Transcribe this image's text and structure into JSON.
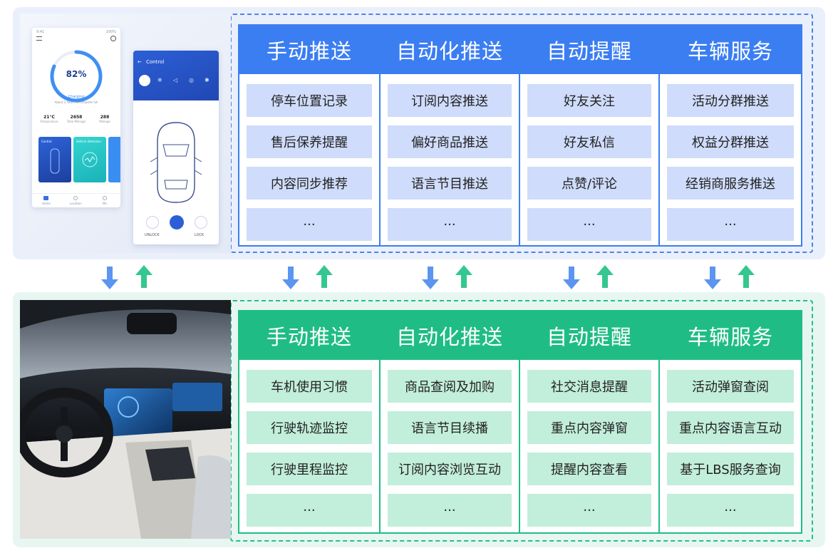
{
  "colors": {
    "top_accent": "#3b7ef2",
    "bottom_accent": "#1fbd85",
    "top_cell": "#cfdcfb",
    "bottom_cell": "#c2eedc"
  },
  "top_columns": [
    {
      "title": "手动推送",
      "items": [
        "停车位置记录",
        "售后保养提醒",
        "内容同步推荐",
        "···"
      ]
    },
    {
      "title": "自动化推送",
      "items": [
        "订阅内容推送",
        "偏好商品推送",
        "语言节目推送",
        "···"
      ]
    },
    {
      "title": "自动提醒",
      "items": [
        "好友关注",
        "好友私信",
        "点赞/评论",
        "···"
      ]
    },
    {
      "title": "车辆服务",
      "items": [
        "活动分群推送",
        "权益分群推送",
        "经销商服务推送",
        "···"
      ]
    }
  ],
  "bottom_columns": [
    {
      "title": "手动推送",
      "items": [
        "车机使用习惯",
        "行驶轨迹监控",
        "行驶里程监控",
        "···"
      ]
    },
    {
      "title": "自动化推送",
      "items": [
        "商品查阅及加购",
        "语言节目续播",
        "订阅内容浏览互动",
        "···"
      ]
    },
    {
      "title": "自动提醒",
      "items": [
        "社交消息提醒",
        "重点内容弹窗",
        "提醒内容查看",
        "···"
      ]
    },
    {
      "title": "车辆服务",
      "items": [
        "活动弹窗查阅",
        "重点内容语言互动",
        "基于LBS服务查询",
        "···"
      ]
    }
  ],
  "phone_app": {
    "battery_percent": "82%",
    "charging_label": "Charging",
    "range_text": "About 3 hours to complete full",
    "stats": [
      {
        "value": "21°C",
        "label": "Temperature"
      },
      {
        "value": "2658",
        "label": "Total Mileage"
      },
      {
        "value": "288",
        "label": "Mileage"
      }
    ],
    "cards": [
      "Control",
      "Vehicle Detection"
    ],
    "status_time": "9:41",
    "status_battery": "100%",
    "nav": [
      "Home",
      "Location",
      "Me"
    ]
  },
  "control_app": {
    "title": "Control",
    "unlock_label": "UNLOCK",
    "lock_label": "LOCK"
  }
}
